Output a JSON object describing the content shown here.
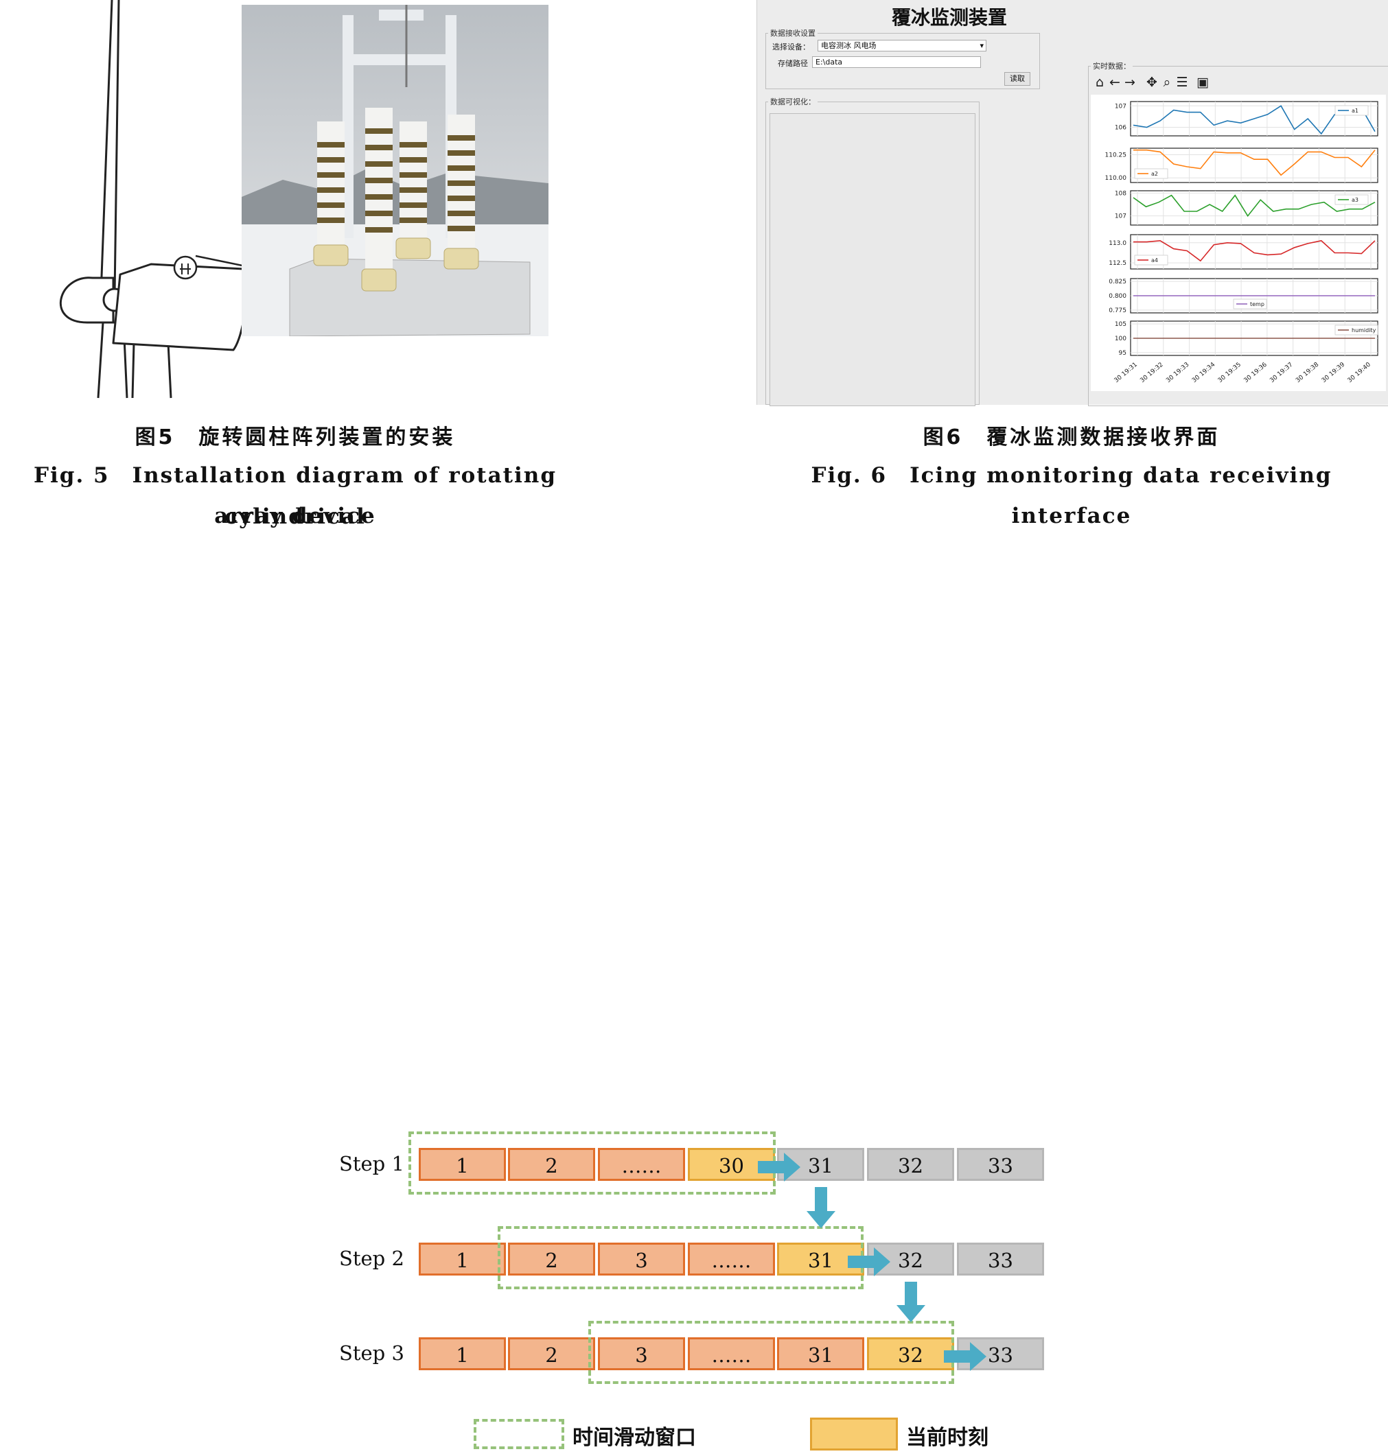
{
  "fig5": {
    "caption_zh": "图5　旋转圆柱阵列装置的安装",
    "caption_en_line1": "Fig. 5　Installation diagram of rotating cylindrical",
    "caption_en_line2": "array device"
  },
  "fig6": {
    "ui_title": "覆冰监测装置",
    "group_receive_label": "数据接收设置",
    "device_label": "选择设备：",
    "device_value": "电容测冰 风电场",
    "path_label": "存储路径",
    "path_value": "E:\\data",
    "read_button": "读取",
    "group_vis_label": "数据可视化：",
    "group_realtime_label": "实时数据：",
    "toolbar_icons": [
      "home-icon",
      "back-icon",
      "forward-icon",
      "pan-icon",
      "zoom-icon",
      "configure-icon",
      "save-icon"
    ],
    "toolbar_glyphs": [
      "⌂",
      "←",
      "→",
      "✥",
      "⌕",
      "☰",
      "▣"
    ],
    "caption_zh": "图6　覆冰监测数据接收界面",
    "caption_en_line1": "Fig. 6　Icing monitoring data receiving",
    "caption_en_line2": "interface"
  },
  "chart_data": {
    "type": "line",
    "x": [
      "30 19:31",
      "30 19:32",
      "30 19:33",
      "30 19:34",
      "30 19:35",
      "30 19:36",
      "30 19:37",
      "30 19:38",
      "30 19:39",
      "30 19:40"
    ],
    "panels": [
      {
        "name": "a1",
        "color": "#1f77b4",
        "ylim": [
          105.6,
          107.2
        ],
        "ticks": [
          "107",
          "106"
        ],
        "tickvals": [
          107,
          106
        ],
        "legend_pos": "top-right",
        "values": [
          106.1,
          106.0,
          106.3,
          106.8,
          106.7,
          106.7,
          106.1,
          106.3,
          106.2,
          106.4,
          106.6,
          107.0,
          105.9,
          106.4,
          105.7,
          106.6,
          106.6,
          106.9,
          105.8
        ]
      },
      {
        "name": "a2",
        "color": "#ff7f0e",
        "ylim": [
          109.95,
          110.32
        ],
        "ticks": [
          "110.25",
          "110.00"
        ],
        "tickvals": [
          110.25,
          110.0
        ],
        "legend_pos": "bottom-left",
        "values": [
          110.3,
          110.3,
          110.28,
          110.15,
          110.12,
          110.1,
          110.28,
          110.27,
          110.27,
          110.2,
          110.2,
          110.03,
          110.15,
          110.28,
          110.28,
          110.22,
          110.22,
          110.12,
          110.3
        ]
      },
      {
        "name": "a3",
        "color": "#2ca02c",
        "ylim": [
          106.6,
          108.1
        ],
        "ticks": [
          "108",
          "107"
        ],
        "tickvals": [
          108,
          107
        ],
        "legend_pos": "top-right",
        "values": [
          107.8,
          107.4,
          107.6,
          107.9,
          107.2,
          107.2,
          107.5,
          107.2,
          107.9,
          107.0,
          107.7,
          107.2,
          107.3,
          107.3,
          107.5,
          107.6,
          107.2,
          107.3,
          107.3,
          107.6
        ]
      },
      {
        "name": "a4",
        "color": "#d62728",
        "ylim": [
          112.35,
          113.2
        ],
        "ticks": [
          "113.0",
          "112.5"
        ],
        "tickvals": [
          113.0,
          112.5
        ],
        "legend_pos": "bottom-left",
        "values": [
          113.02,
          113.02,
          113.05,
          112.85,
          112.8,
          112.55,
          112.95,
          113.0,
          112.98,
          112.75,
          112.7,
          112.72,
          112.88,
          112.98,
          113.05,
          112.75,
          112.75,
          112.73,
          113.05
        ]
      },
      {
        "name": "temp",
        "color": "#9467bd",
        "ylim": [
          0.77,
          0.83
        ],
        "ticks": [
          "0.825",
          "0.800",
          "0.775"
        ],
        "tickvals": [
          0.825,
          0.8,
          0.775
        ],
        "legend_pos": "bottom-center",
        "values": [
          0.8,
          0.8
        ]
      },
      {
        "name": "humidity",
        "color": "#8c564b",
        "ylim": [
          94,
          106
        ],
        "ticks": [
          "105",
          "100",
          "95"
        ],
        "tickvals": [
          105,
          100,
          95
        ],
        "legend_pos": "top-right",
        "values": [
          100,
          100
        ]
      }
    ]
  },
  "fig7": {
    "steps": [
      {
        "label": "Step 1",
        "cells": [
          {
            "t": "1",
            "k": "past"
          },
          {
            "t": "2",
            "k": "past"
          },
          {
            "t": "……",
            "k": "past"
          },
          {
            "t": "30",
            "k": "cur"
          },
          {
            "t": "31",
            "k": "fut"
          },
          {
            "t": "32",
            "k": "fut"
          },
          {
            "t": "33",
            "k": "fut"
          }
        ]
      },
      {
        "label": "Step 2",
        "cells": [
          {
            "t": "1",
            "k": "past"
          },
          {
            "t": "2",
            "k": "past"
          },
          {
            "t": "3",
            "k": "past"
          },
          {
            "t": "……",
            "k": "past"
          },
          {
            "t": "31",
            "k": "cur"
          },
          {
            "t": "32",
            "k": "fut"
          },
          {
            "t": "33",
            "k": "fut"
          }
        ]
      },
      {
        "label": "Step 3",
        "cells": [
          {
            "t": "1",
            "k": "past"
          },
          {
            "t": "2",
            "k": "past"
          },
          {
            "t": "3",
            "k": "past"
          },
          {
            "t": "……",
            "k": "past"
          },
          {
            "t": "31",
            "k": "past"
          },
          {
            "t": "32",
            "k": "cur"
          },
          {
            "t": "33",
            "k": "fut"
          }
        ]
      }
    ],
    "legend_window": "时间滑动窗口",
    "legend_current": "当前时刻",
    "colors": {
      "past_fill": "#f3b58d",
      "current_fill": "#f8cc70",
      "future_fill": "#c8c8c8",
      "window_dash": "#96c27a",
      "arrow": "#4bacc6"
    }
  }
}
